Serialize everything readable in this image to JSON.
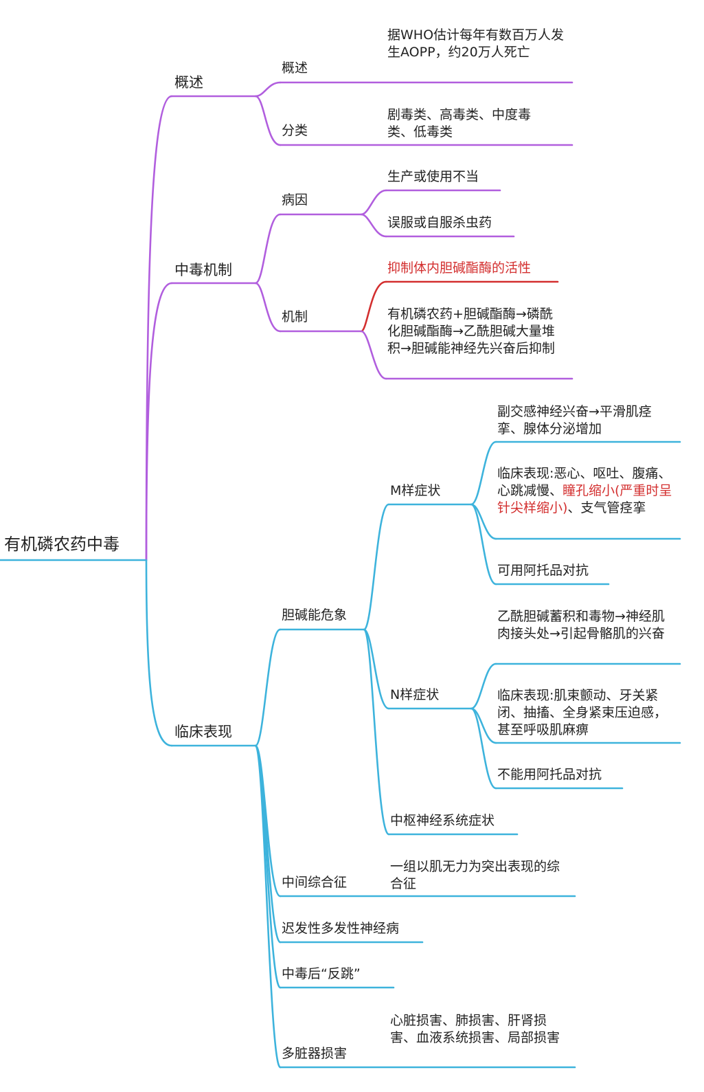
{
  "colors": {
    "purple": "#b15ede",
    "blue": "#3db3dc",
    "red": "#d32f2f",
    "text": "#222222"
  },
  "root": "有机磷农药中毒",
  "sections": {
    "overview": {
      "label": "概述",
      "summary": {
        "label": "概述",
        "text": "据WHO估计每年有数百万人发生AOPP，约20万人死亡"
      },
      "classification": {
        "label": "分类",
        "text": "剧毒类、高毒类、中度毒类、低毒类"
      }
    },
    "mechanism": {
      "label": "中毒机制",
      "cause": {
        "label": "病因",
        "items": [
          "生产或使用不当",
          "误服或自服杀虫药"
        ]
      },
      "mech": {
        "label": "机制",
        "items": [
          "抑制体内胆碱酯酶的活性",
          "有机磷农药+胆碱酯酶→磷酰化胆碱酯酶→乙酰胆碱大量堆积→胆碱能神经先兴奋后抑制"
        ]
      }
    },
    "clinical": {
      "label": "临床表现",
      "cholinergic": {
        "label": "胆碱能危象",
        "m": {
          "label": "M样症状",
          "items": {
            "a": "副交感神经兴奋→平滑肌痉挛、腺体分泌增加",
            "b_pre": "临床表现:恶心、呕吐、腹痛、心跳减慢、",
            "b_red": "瞳孔缩小(严重时呈针尖样缩小)",
            "b_post": "、支气管痉挛",
            "c": "可用阿托品对抗"
          }
        },
        "n": {
          "label": "N样症状",
          "items": [
            "乙酰胆碱蓄积和毒物→神经肌肉接头处→引起骨骼肌的兴奋",
            "临床表现:肌束颤动、牙关紧闭、抽搐、全身紧束压迫感，甚至呼吸肌麻痹",
            "不能用阿托品对抗"
          ]
        },
        "cns": {
          "label": "中枢神经系统症状"
        }
      },
      "intermediate": {
        "label": "中间综合征",
        "text": "一组以肌无力为突出表现的综合征"
      },
      "delayed": {
        "label": "迟发性多发性神经病"
      },
      "rebound": {
        "label": "中毒后“反跳”"
      },
      "organ": {
        "label": "多脏器损害",
        "text": "心脏损害、肺损害、肝肾损害、血液系统损害、局部损害"
      }
    }
  }
}
